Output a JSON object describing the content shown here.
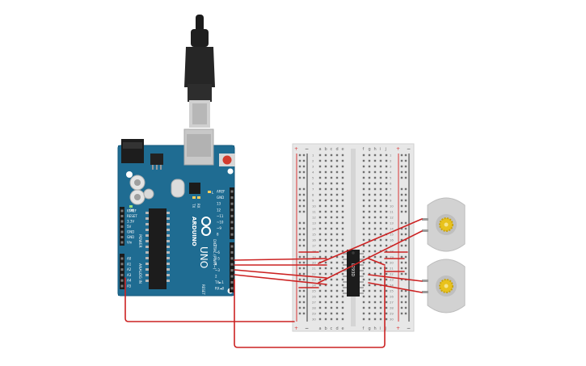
{
  "board": {
    "brand": "ARDUINO",
    "model": "UNO",
    "reset": "RESET",
    "on": "ON",
    "tx": "TX",
    "rx": "RX",
    "l": "L",
    "digital": "DIGITAL (PWM~)",
    "power_title": "POWER",
    "analog_title": "ANALOG IN",
    "power_pins": [
      "IOREF",
      "RESET",
      "3.3V",
      "5V",
      "GND",
      "GND",
      "Vin"
    ],
    "analog_pins": [
      "A0",
      "A1",
      "A2",
      "A3",
      "A4",
      "A5"
    ],
    "header_top": [
      "AREF",
      "GND",
      "13",
      "12",
      "~11",
      "~10",
      "~9",
      "8"
    ],
    "header_bottom": [
      "7",
      "~6",
      "~5",
      "4",
      "~3",
      "2",
      "TX►1",
      "RX◄0"
    ]
  },
  "breadboard": {
    "cols_left": [
      "a",
      "b",
      "c",
      "d",
      "e"
    ],
    "cols_right": [
      "f",
      "g",
      "h",
      "i",
      "j"
    ],
    "rails": [
      "+",
      "−"
    ],
    "row_numbers": [
      "1",
      "2",
      "3",
      "4",
      "5",
      "6",
      "7",
      "8",
      "9",
      "10",
      "11",
      "12",
      "13",
      "14",
      "15",
      "16",
      "17",
      "18",
      "19",
      "20",
      "21",
      "22",
      "23",
      "24",
      "25",
      "26",
      "27",
      "28",
      "29",
      "30"
    ]
  },
  "chip": {
    "label": "L293D"
  },
  "colors": {
    "board": "#1f6c92",
    "wire": "#cc2222",
    "breadboard": "#e7e7e7",
    "motor": "#d2d2d2",
    "gear": "#e8c21c"
  }
}
